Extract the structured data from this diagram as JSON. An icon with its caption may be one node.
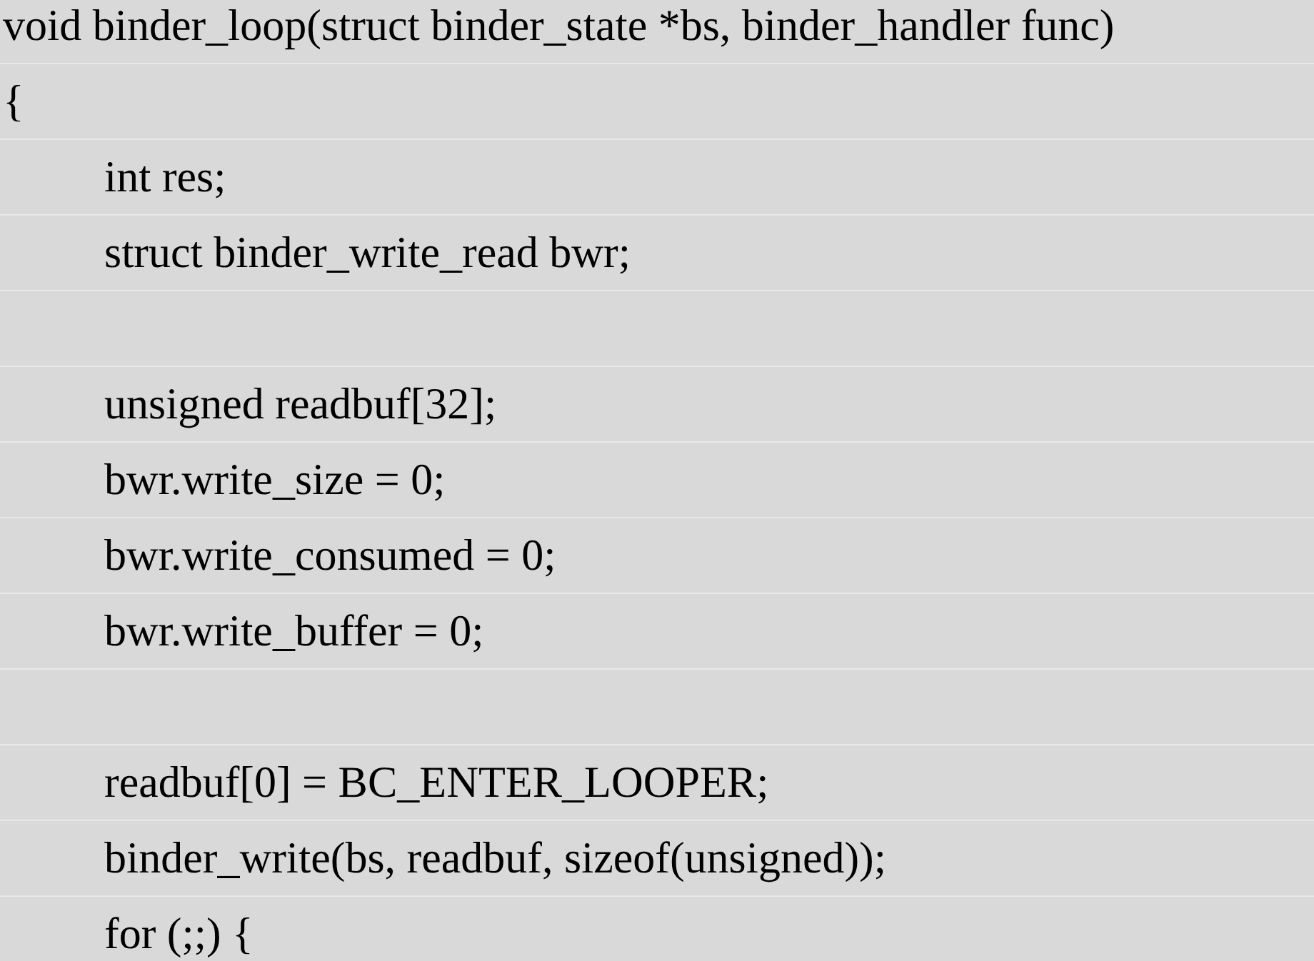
{
  "diagram": {
    "labels": [
      "void binder_loop(struct binder_state *bs, binder_handler func)",
      "{",
      "int res;",
      "struct binder_write_read bwr;",
      "unsigned readbuf[32];",
      "bwr.write_size = 0;",
      "bwr.write_consumed = 0;",
      "bwr.write_buffer = 0;",
      "readbuf[0] = BC_ENTER_LOOPER;",
      "binder_write(bs, readbuf, sizeof(unsigned));",
      "for (;;) {"
    ]
  }
}
